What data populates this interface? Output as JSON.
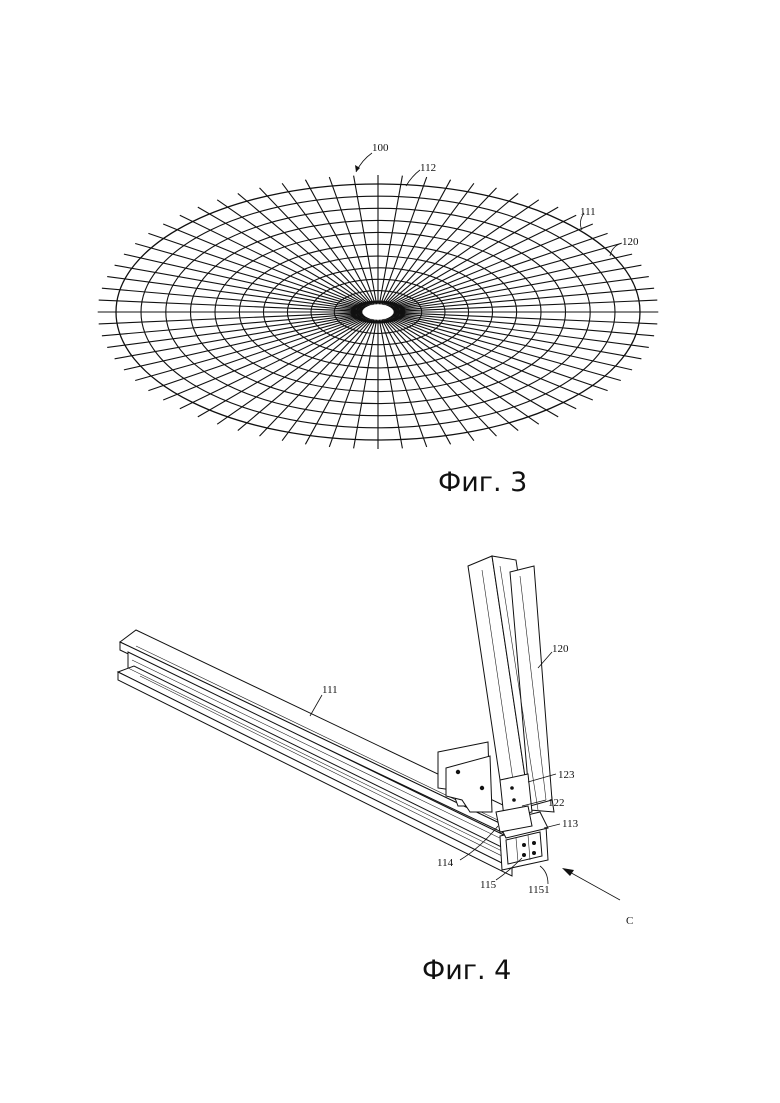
{
  "figure3": {
    "caption": "Фиг. 3",
    "labels": {
      "assembly": "100",
      "ring": "112",
      "radial_beam": "111",
      "column": "120"
    },
    "rings": 11,
    "spokes": 72
  },
  "figure4": {
    "caption": "Фиг. 4",
    "labels": {
      "beam": "111",
      "column": "120",
      "bracket_top": "123",
      "bracket_mid": "122",
      "plate": "113",
      "joint": "114",
      "end_plate": "115",
      "bolt": "1151",
      "view": "C"
    }
  }
}
